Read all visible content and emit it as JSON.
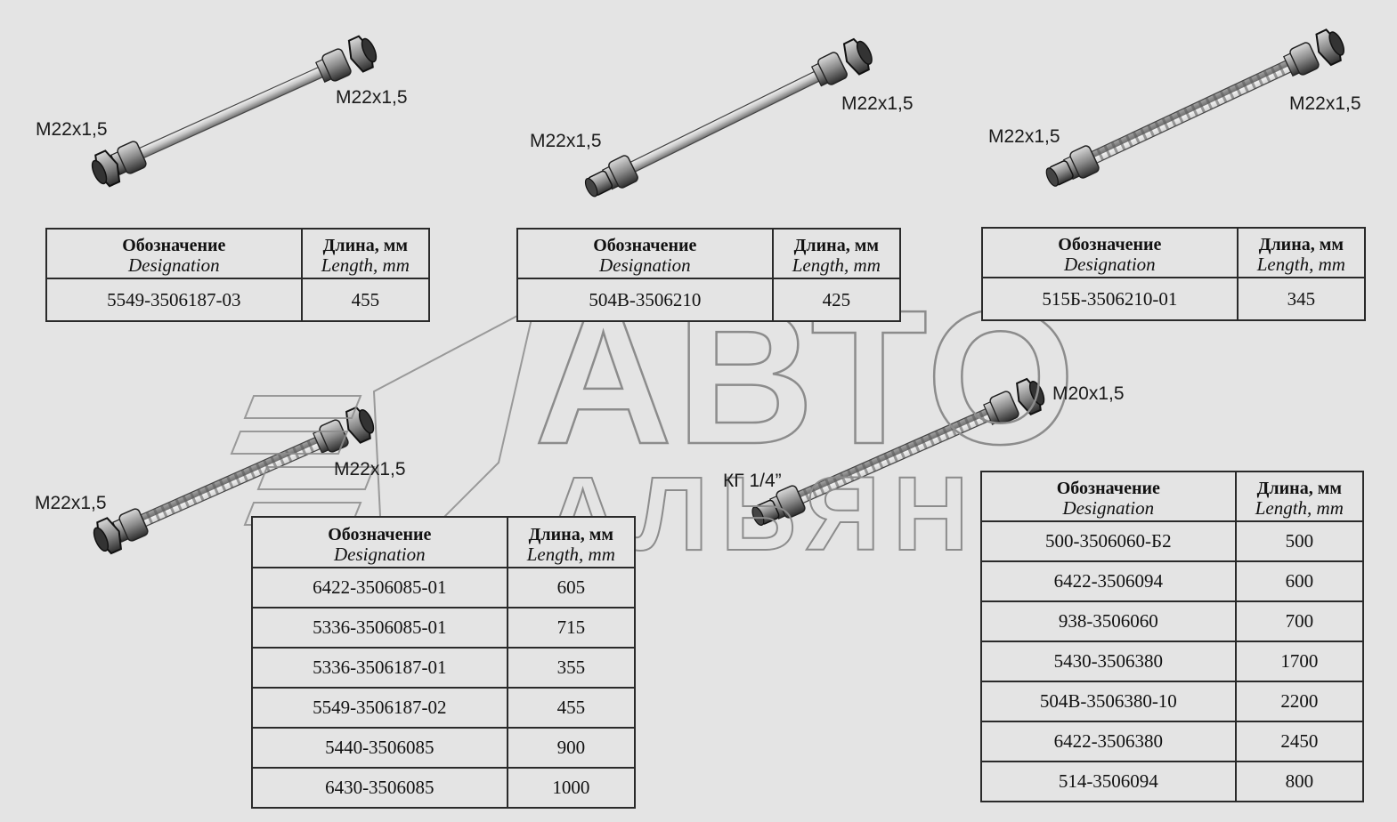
{
  "watermark": {
    "line1": "АВТО",
    "line2": "АЛЬЯНС"
  },
  "header": {
    "ru": "Обозначение",
    "en": "Designation",
    "len_ru": "Длина, мм",
    "len_en": "Length, mm"
  },
  "hoses": [
    {
      "id": "hose-1",
      "end_a": "M22x1,5",
      "end_b": "M22x1,5"
    },
    {
      "id": "hose-2",
      "end_a": "M22x1,5",
      "end_b": "M22x1,5"
    },
    {
      "id": "hose-3",
      "end_a": "M22x1,5",
      "end_b": "M22x1,5"
    },
    {
      "id": "hose-4",
      "end_a": "M22x1,5",
      "end_b": "M22x1,5"
    },
    {
      "id": "hose-5",
      "end_a": "КГ 1/4”",
      "end_b": "M20x1,5"
    }
  ],
  "tables": [
    {
      "rows": [
        {
          "designation": "5549-3506187-03",
          "length": "455"
        }
      ]
    },
    {
      "rows": [
        {
          "designation": "504B-3506210",
          "length": "425"
        }
      ]
    },
    {
      "rows": [
        {
          "designation": "515Б-3506210-01",
          "length": "345"
        }
      ]
    },
    {
      "rows": [
        {
          "designation": "6422-3506085-01",
          "length": "605"
        },
        {
          "designation": "5336-3506085-01",
          "length": "715"
        },
        {
          "designation": "5336-3506187-01",
          "length": "355"
        },
        {
          "designation": "5549-3506187-02",
          "length": "455"
        },
        {
          "designation": "5440-3506085",
          "length": "900"
        },
        {
          "designation": "6430-3506085",
          "length": "1000"
        }
      ]
    },
    {
      "rows": [
        {
          "designation": "500-3506060-Б2",
          "length": "500"
        },
        {
          "designation": "6422-3506094",
          "length": "600"
        },
        {
          "designation": "938-3506060",
          "length": "700"
        },
        {
          "designation": "5430-3506380",
          "length": "1700"
        },
        {
          "designation": "504B-3506380-10",
          "length": "2200"
        },
        {
          "designation": "6422-3506380",
          "length": "2450"
        },
        {
          "designation": "514-3506094",
          "length": "800"
        }
      ]
    }
  ]
}
